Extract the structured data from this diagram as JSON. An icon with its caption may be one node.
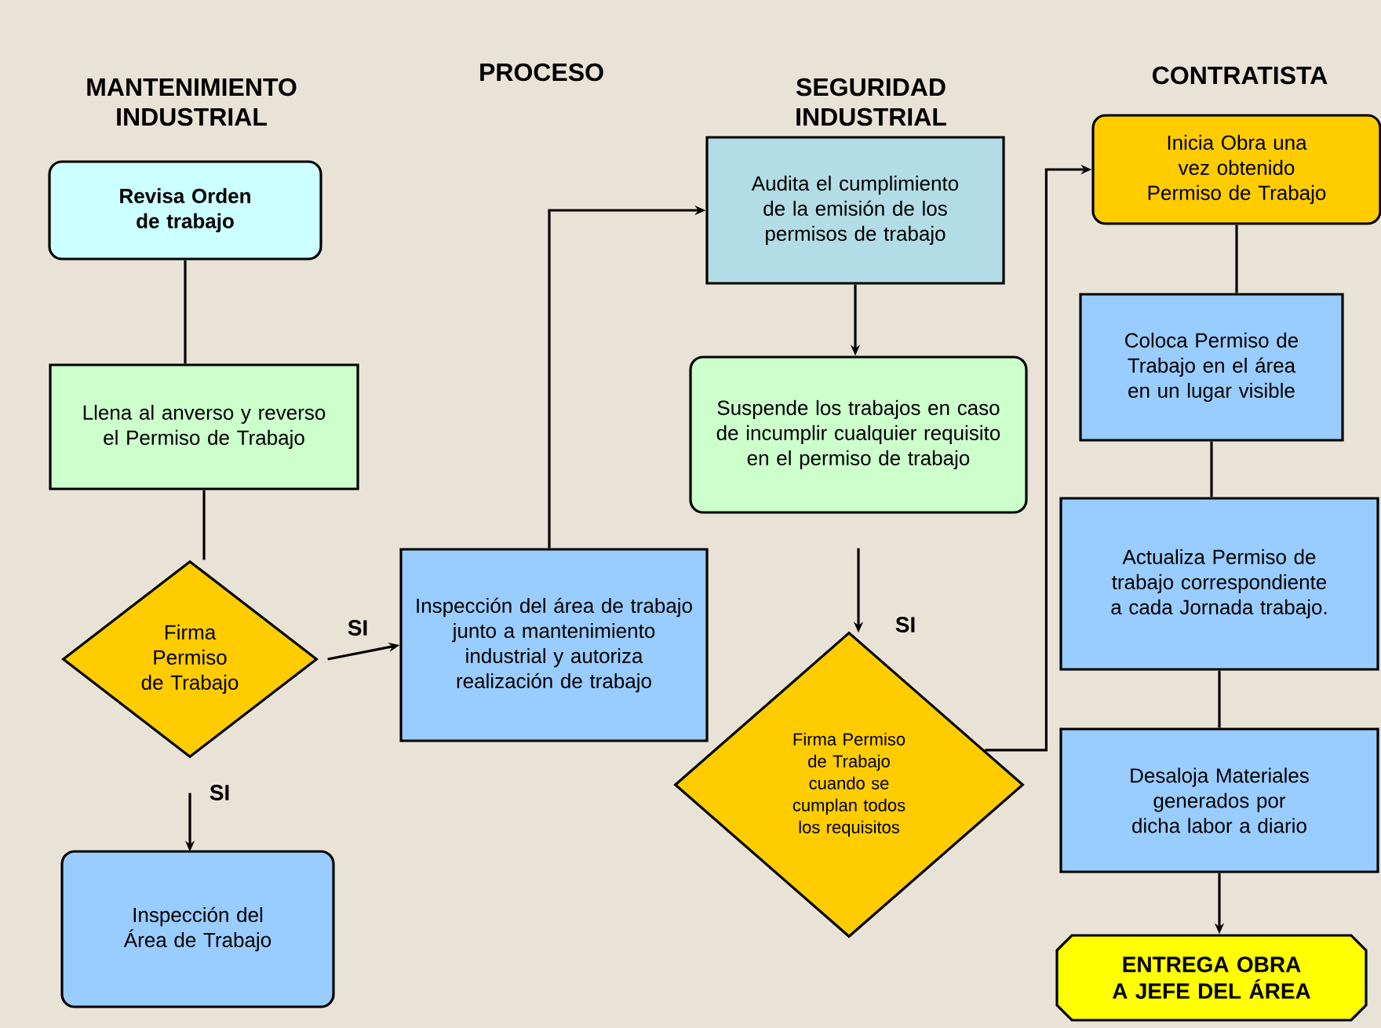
{
  "diagram": {
    "nodes": [
      {
        "text": [
          "Revisa Orden de trabajo"
        ]
      },
      {
        "text": [
          "Llena al anverso y reverso el Permiso de Trabajo"
        ]
      },
      {
        "text": [
          "Firma Permiso de Trabajo"
        ]
      },
      {
        "text": [
          "Inspección del Área de Trabajo"
        ]
      },
      {
        "text": [
          "Inspección del área de trabajo junto a mantenimiento industrial y autoriza realización de trabajo"
        ]
      },
      {
        "text": [
          "Audita el cumplimiento de la emisión de los permisos de trabajo"
        ]
      },
      {
        "text": [
          "Suspende los trabajos en caso de incumplir cualquier requisito en el permiso de trabajo"
        ]
      },
      {
        "text": [
          "Firma Permiso de Trabajo cuando se cumplan todos los requisitos"
        ]
      },
      {
        "text": [
          "Inicia Obra una vez obtenido Permiso de Trabajo"
        ]
      },
      {
        "text": [
          "Coloca Permiso de Trabajo en el área en un lugar visible"
        ]
      },
      {
        "text": [
          "Actualiza Permiso de trabajo correspondiente a cada Jornada trabajo."
        ]
      },
      {
        "text": [
          "Desaloja Materiales generados por dicha labor a diario"
        ]
      },
      {
        "text": [
          "ENTREGA OBRA A JEFE DEL ÁREA"
        ]
      }
    ],
    "edges": [
      {
        "from": 0,
        "to": 1,
        "arrow": "none"
      },
      {
        "from": 1,
        "to": 2,
        "arrow": "none"
      },
      {
        "from": 2,
        "to": 3,
        "arrow": "to",
        "label": "SI"
      },
      {
        "from": 2,
        "to": 4,
        "arrow": "to",
        "label": "SI"
      },
      {
        "from": 4,
        "to": 5,
        "arrow": "to"
      },
      {
        "from": 5,
        "to": 6,
        "arrow": "to"
      },
      {
        "from": 6,
        "to": 7,
        "arrow": "to",
        "label": "SI"
      },
      {
        "from": 7,
        "to": 8,
        "arrow": "to"
      },
      {
        "from": 8,
        "to": 9,
        "arrow": "none"
      },
      {
        "from": 9,
        "to": 10,
        "arrow": "none"
      },
      {
        "from": 10,
        "to": 11,
        "arrow": "none"
      },
      {
        "from": 11,
        "to": 12,
        "arrow": "to"
      }
    ],
    "labels": [
      "MANTENIMIENTO INDUSTRIAL",
      "PROCESO",
      "SEGURIDAD INDUSTRIAL",
      "CONTRATISTA"
    ]
  }
}
